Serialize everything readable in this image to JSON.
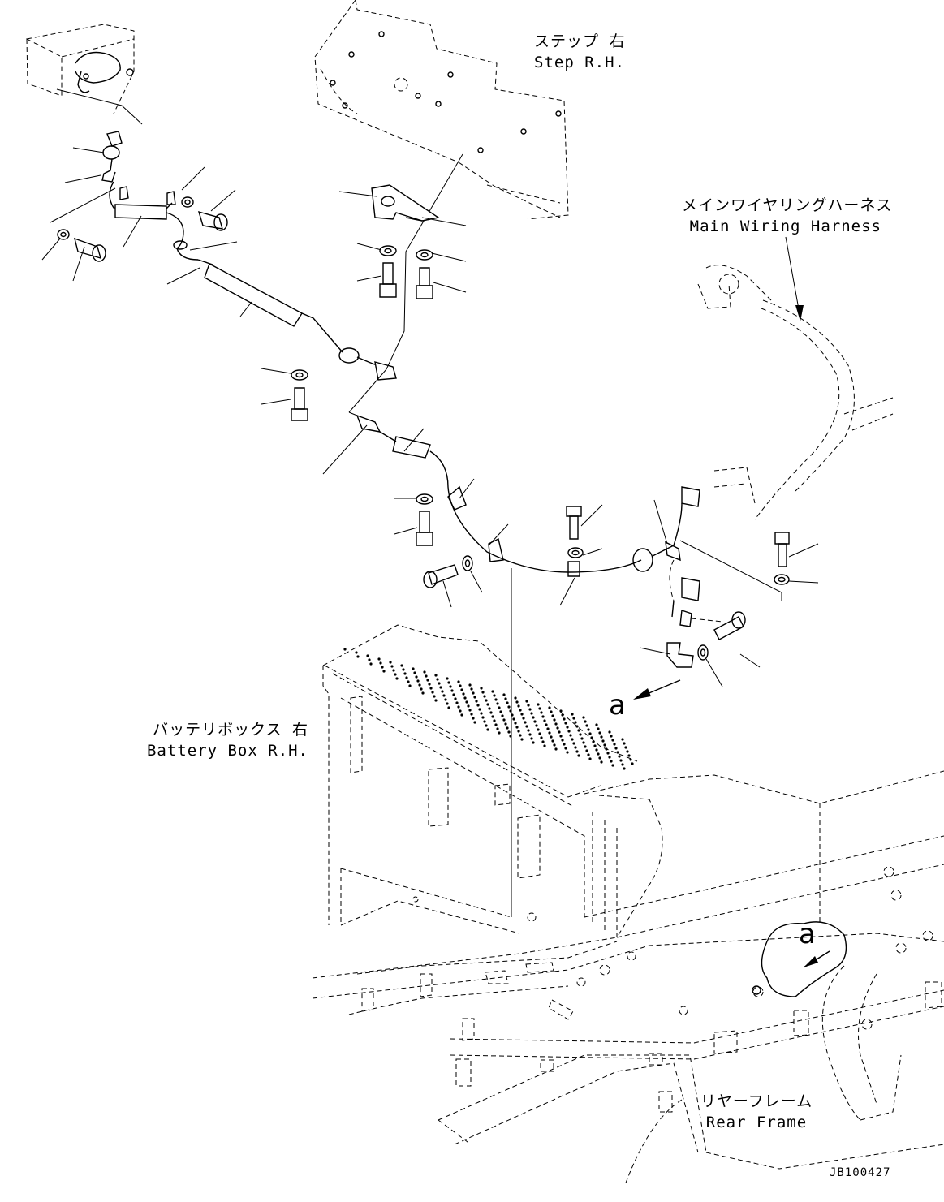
{
  "labels": {
    "step_jp": "ステップ 右",
    "step_en": "Step R.H.",
    "harness_jp": "メインワイヤリングハーネス",
    "harness_en": "Main Wiring Harness",
    "battery_jp": "バッテリボックス 右",
    "battery_en": "Battery Box R.H.",
    "frame_jp": "リヤーフレーム",
    "frame_en": "Rear Frame"
  },
  "callouts": {
    "view_a": "a",
    "detail_a": "a"
  },
  "drawing_code": "JB100427"
}
